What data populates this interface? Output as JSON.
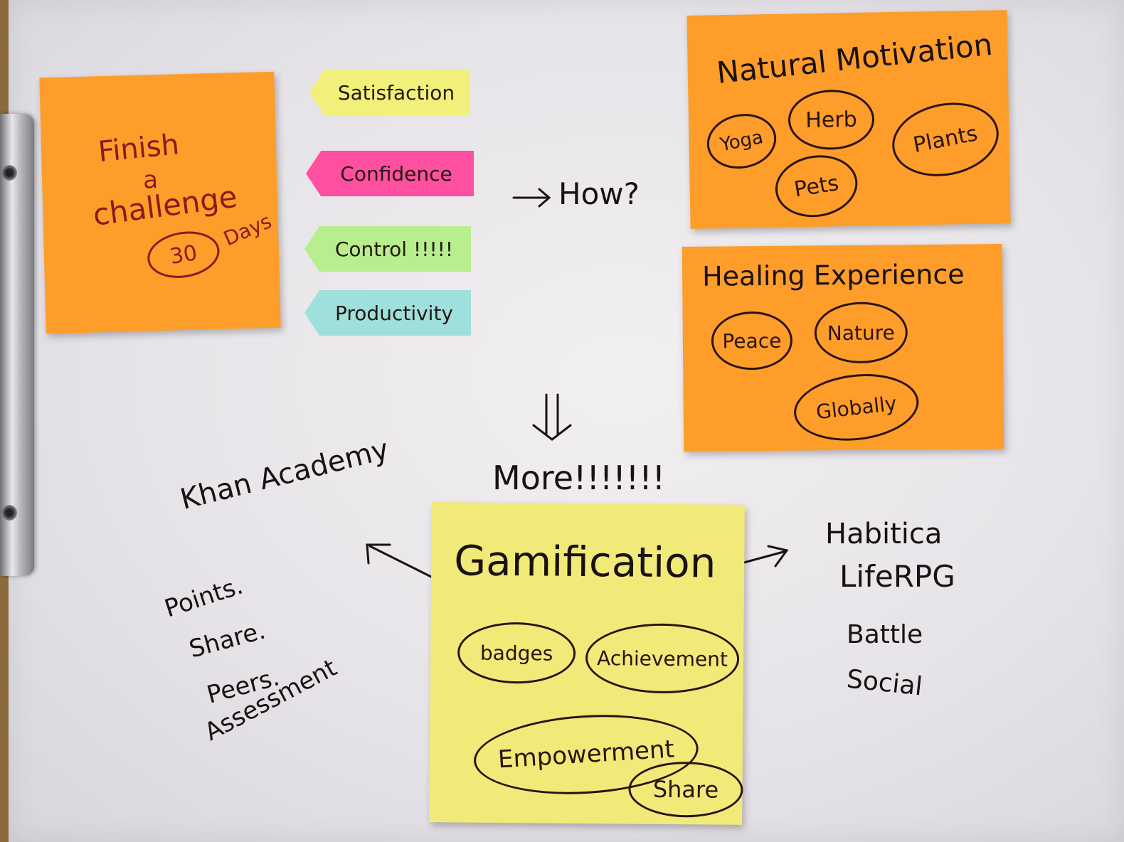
{
  "colors": {
    "orange_note": "#ff9d2b",
    "yellow_note": "#f2ea78",
    "flag_yellow": "#f0f07a",
    "flag_pink": "#ff4fa0",
    "flag_green": "#b8ee8e",
    "flag_blue": "#9fe0dc",
    "ink": "#1a1210",
    "red_ink": "#8a1a1a"
  },
  "challenge_note": {
    "line1": "Finish",
    "line2": "a",
    "line3": "challenge",
    "number": "30",
    "unit": "Days"
  },
  "flags": [
    {
      "label": "Satisfaction",
      "color": "flag_yellow"
    },
    {
      "label": "Confidence",
      "color": "flag_pink"
    },
    {
      "label": "Control !!!!!",
      "color": "flag_green"
    },
    {
      "label": "Productivity",
      "color": "flag_blue"
    }
  ],
  "how_label": "How?",
  "natural_motivation": {
    "title": "Natural Motivation",
    "items": [
      "Yoga",
      "Herb",
      "Plants",
      "Pets"
    ]
  },
  "healing_experience": {
    "title": "Healing Experience",
    "items": [
      "Peace",
      "Nature",
      "Globally"
    ]
  },
  "more_label": "More!!!!!!!",
  "gamification": {
    "title": "Gamification",
    "items": [
      "badges",
      "Achievement",
      "Empowerment",
      "Share"
    ]
  },
  "khan": {
    "title": "Khan Academy",
    "items": [
      "Points.",
      "Share.",
      "Peers.",
      "Assessment"
    ]
  },
  "habitica": {
    "title1": "Habitica",
    "title2": "LifeRPG",
    "items": [
      "Battle",
      "Social"
    ]
  }
}
